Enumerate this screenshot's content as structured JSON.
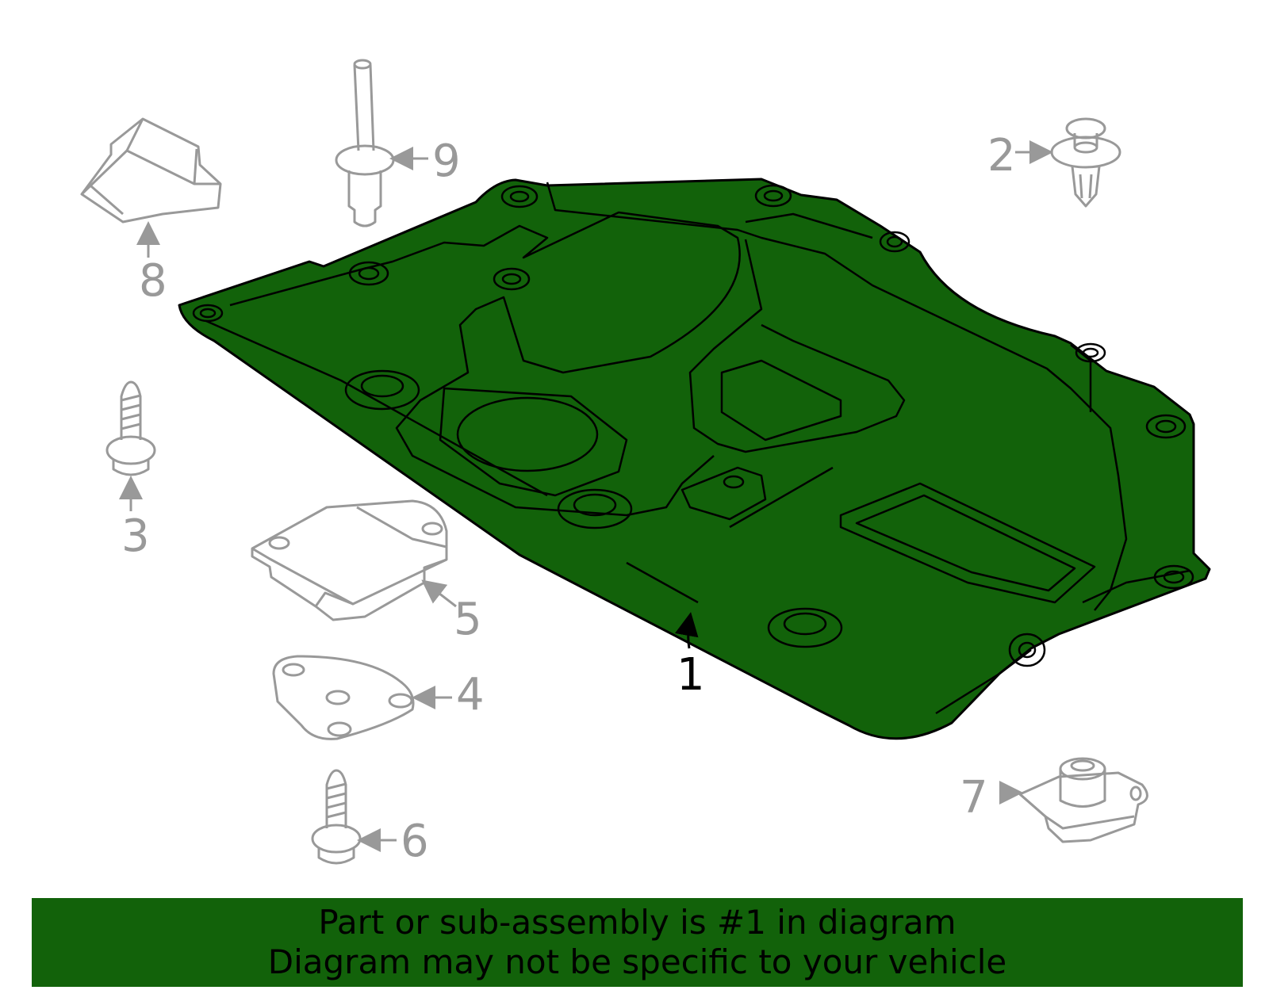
{
  "colors": {
    "highlight": "#12620a",
    "outline_main": "#000000",
    "outline_other": "#999999",
    "banner": "#12620a"
  },
  "callouts": [
    {
      "id": "1",
      "label": "1",
      "part": "splash-shield",
      "highlighted": true
    },
    {
      "id": "2",
      "label": "2",
      "part": "push-clip"
    },
    {
      "id": "3",
      "label": "3",
      "part": "screw"
    },
    {
      "id": "4",
      "label": "4",
      "part": "cover-plate"
    },
    {
      "id": "5",
      "label": "5",
      "part": "bracket-plate"
    },
    {
      "id": "6",
      "label": "6",
      "part": "screw"
    },
    {
      "id": "7",
      "label": "7",
      "part": "clip-nut"
    },
    {
      "id": "8",
      "label": "8",
      "part": "bracket"
    },
    {
      "id": "9",
      "label": "9",
      "part": "retainer-pin"
    }
  ],
  "banner": {
    "line1": "Part or sub-assembly is #1 in diagram",
    "line2": "Diagram may not be specific to your vehicle"
  }
}
